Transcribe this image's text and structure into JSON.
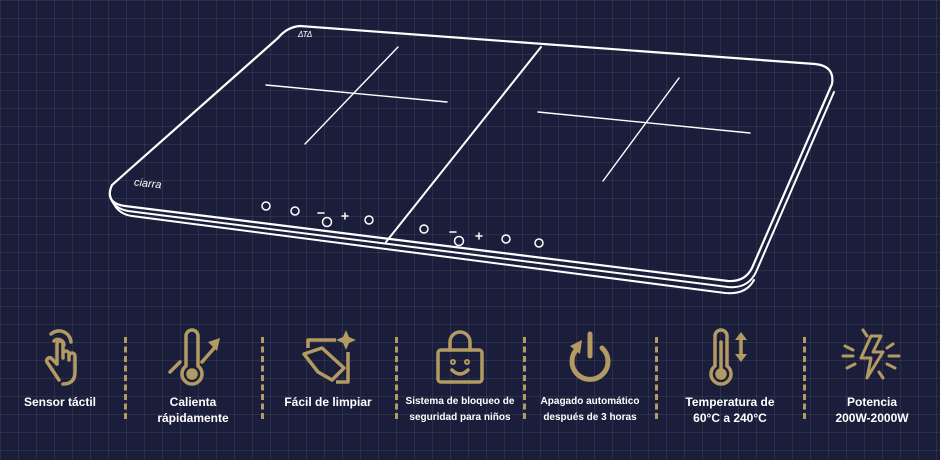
{
  "product": {
    "brand_logo": "ciarra",
    "top_logo": "ΔΤΔ"
  },
  "features": [
    {
      "icon": "touch-icon",
      "line1": "Sensor táctil",
      "line2": ""
    },
    {
      "icon": "thermometer-up-icon",
      "line1": "Calienta",
      "line2": "rápidamente"
    },
    {
      "icon": "clean-hand-icon",
      "line1": "Fácil de limpiar",
      "line2": ""
    },
    {
      "icon": "lock-icon",
      "line1": "Sistema de bloqueo de",
      "line2": "seguridad para niños"
    },
    {
      "icon": "power-icon",
      "line1": "Apagado automático",
      "line2": "después de 3 horas"
    },
    {
      "icon": "thermometer-range-icon",
      "line1": "Temperatura de",
      "line2": "60°C a 240°C"
    },
    {
      "icon": "lightning-icon",
      "line1": "Potencia",
      "line2": "200W-2000W"
    }
  ],
  "colors": {
    "background": "#1b1e3b",
    "accent": "#b39a62",
    "line": "#ffffff"
  }
}
